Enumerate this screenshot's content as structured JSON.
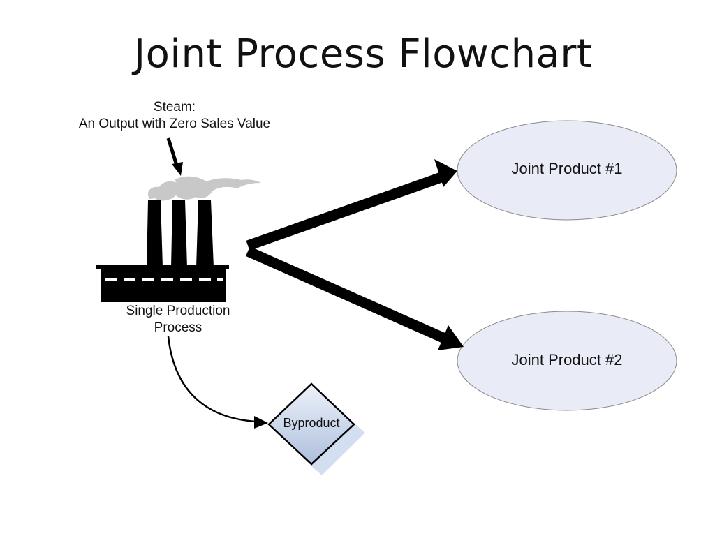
{
  "title": "Joint Process Flowchart",
  "steam_label": {
    "line1": "Steam:",
    "line2": "An Output with Zero Sales Value"
  },
  "process_label": {
    "line1": "Single Production",
    "line2": "Process"
  },
  "joint_products": [
    {
      "label": "Joint Product #1"
    },
    {
      "label": "Joint Product #2"
    }
  ],
  "byproduct": {
    "label": "Byproduct"
  },
  "icons": {
    "factory": "factory-icon",
    "smoke": "smoke-icon"
  },
  "colors": {
    "oval_fill": "#e9ecf6",
    "oval_stroke": "#8a8a8a",
    "diamond_fill_top": "#eef2fa",
    "diamond_fill_bottom": "#aebfdc",
    "diamond_shadow": "#d3def0",
    "smoke": "#c8c8c8",
    "ink": "#000000"
  }
}
